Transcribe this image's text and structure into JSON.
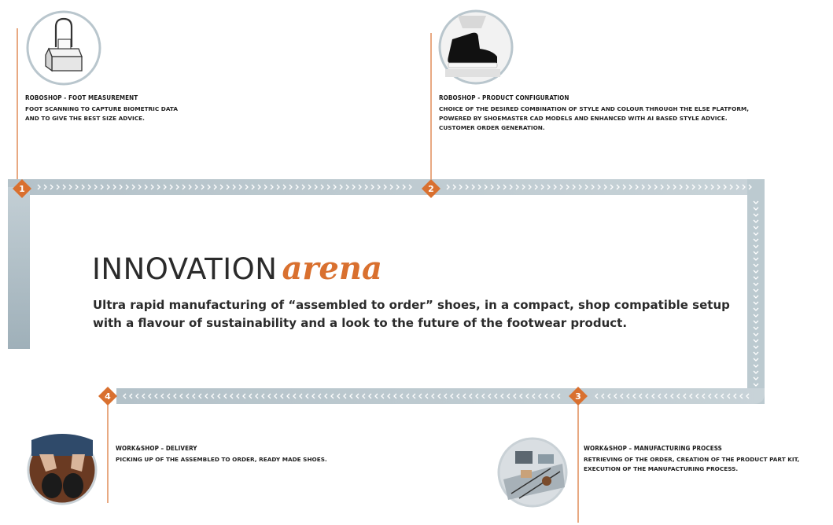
{
  "header": {
    "title": "INNOVATION",
    "title_accent": "arena",
    "subtitle_lines": [
      "Ultra rapid manufacturing of “assembled to order” shoes, in a compact, shop compatible setup",
      "with a flavour of sustainability and a look to the future of the footwear product."
    ]
  },
  "steps": [
    {
      "number": "1",
      "title": "ROBOSHOP - FOOT MEASUREMENT",
      "lines": [
        "FOOT SCANNING TO CAPTURE BIOMETRIC DATA",
        "AND TO GIVE THE BEST SIZE ADVICE."
      ],
      "icon": "foot-scanner-icon"
    },
    {
      "number": "2",
      "title": "ROBOSHOP - PRODUCT CONFIGURATION",
      "lines": [
        "CHOICE OF THE DESIRED COMBINATION OF STYLE AND COLOUR THROUGH THE ELSE PLATFORM,",
        "POWERED BY SHOEMASTER CAD MODELS AND ENHANCED WITH AI BASED STYLE ADVICE.",
        "CUSTOMER ORDER GENERATION."
      ],
      "icon": "shoe-photo"
    },
    {
      "number": "3",
      "title": "WORK&SHOP – MANUFACTURING PROCESS",
      "lines": [
        "RETRIEVING OF THE ORDER, CREATION OF THE PRODUCT PART KIT,",
        "EXECUTION OF THE MANUFACTURING PROCESS."
      ],
      "icon": "workshop-photo"
    },
    {
      "number": "4",
      "title": "WORK&SHOP – DELIVERY",
      "lines": [
        "PICKING UP OF THE ASSEMBLED TO ORDER, READY MADE SHOES."
      ],
      "icon": "delivery-photo"
    }
  ],
  "colors": {
    "accent": "#d9702f",
    "track": "#b9c6cd",
    "track_arrow": "#ffffff",
    "text": "#1a1a1a"
  }
}
